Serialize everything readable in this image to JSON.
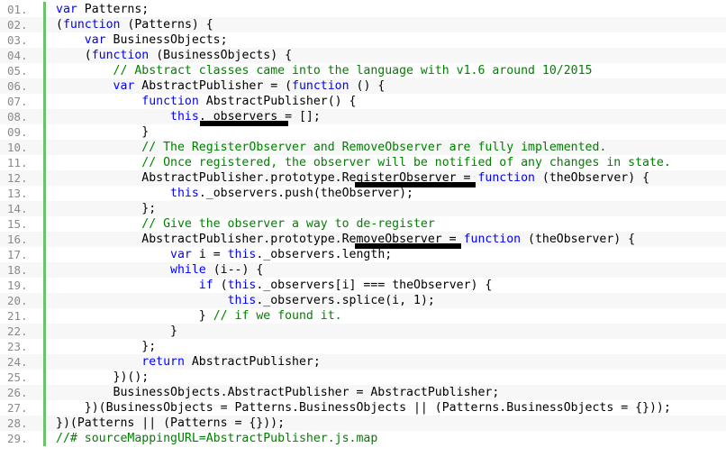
{
  "colors": {
    "keyword": "#0000ff",
    "comment": "#008000",
    "text": "#000000",
    "line_number": "#8a8a8a",
    "gutter_bar": "#6ac36a",
    "redaction": "#000000"
  },
  "lines": [
    {
      "num": "01.",
      "indent": 0,
      "tokens": [
        {
          "t": "kw",
          "v": "var"
        },
        {
          "t": "p",
          "v": " Patterns;"
        }
      ]
    },
    {
      "num": "02.",
      "indent": 0,
      "tokens": [
        {
          "t": "p",
          "v": "("
        },
        {
          "t": "kw",
          "v": "function"
        },
        {
          "t": "p",
          "v": " (Patterns) {"
        }
      ]
    },
    {
      "num": "03.",
      "indent": 4,
      "tokens": [
        {
          "t": "kw",
          "v": "var"
        },
        {
          "t": "p",
          "v": " BusinessObjects;"
        }
      ]
    },
    {
      "num": "04.",
      "indent": 4,
      "tokens": [
        {
          "t": "p",
          "v": "("
        },
        {
          "t": "kw",
          "v": "function"
        },
        {
          "t": "p",
          "v": " (BusinessObjects) {"
        }
      ]
    },
    {
      "num": "05.",
      "indent": 8,
      "tokens": [
        {
          "t": "cm",
          "v": "// Abstract classes came into the language with v1.6 around 10/2015"
        }
      ]
    },
    {
      "num": "06.",
      "indent": 8,
      "tokens": [
        {
          "t": "kw",
          "v": "var"
        },
        {
          "t": "p",
          "v": " AbstractPublisher = ("
        },
        {
          "t": "kw",
          "v": "function"
        },
        {
          "t": "p",
          "v": " () {"
        }
      ]
    },
    {
      "num": "07.",
      "indent": 12,
      "tokens": [
        {
          "t": "kw",
          "v": "function"
        },
        {
          "t": "p",
          "v": " AbstractPublisher() {"
        }
      ]
    },
    {
      "num": "08.",
      "indent": 16,
      "tokens": [
        {
          "t": "kw",
          "v": "this"
        },
        {
          "t": "p",
          "v": "._observers = [];"
        }
      ]
    },
    {
      "num": "09.",
      "indent": 12,
      "tokens": [
        {
          "t": "p",
          "v": "}"
        }
      ]
    },
    {
      "num": "10.",
      "indent": 12,
      "tokens": [
        {
          "t": "cm",
          "v": "// The RegisterObserver and RemoveObserver are fully implemented."
        }
      ]
    },
    {
      "num": "11.",
      "indent": 12,
      "tokens": [
        {
          "t": "cm",
          "v": "// Once registered, the observer will be notified of any changes in state."
        }
      ]
    },
    {
      "num": "12.",
      "indent": 12,
      "tokens": [
        {
          "t": "p",
          "v": "AbstractPublisher.prototype.RegisterObserver = "
        },
        {
          "t": "kw",
          "v": "function"
        },
        {
          "t": "p",
          "v": " (theObserver) {"
        }
      ]
    },
    {
      "num": "13.",
      "indent": 16,
      "tokens": [
        {
          "t": "kw",
          "v": "this"
        },
        {
          "t": "p",
          "v": "._observers.push(theObserver);"
        }
      ]
    },
    {
      "num": "14.",
      "indent": 12,
      "tokens": [
        {
          "t": "p",
          "v": "};"
        }
      ]
    },
    {
      "num": "15.",
      "indent": 12,
      "tokens": [
        {
          "t": "cm",
          "v": "// Give the observer a way to de-register"
        }
      ]
    },
    {
      "num": "16.",
      "indent": 12,
      "tokens": [
        {
          "t": "p",
          "v": "AbstractPublisher.prototype.RemoveObserver = "
        },
        {
          "t": "kw",
          "v": "function"
        },
        {
          "t": "p",
          "v": " (theObserver) {"
        }
      ]
    },
    {
      "num": "17.",
      "indent": 16,
      "tokens": [
        {
          "t": "kw",
          "v": "var"
        },
        {
          "t": "p",
          "v": " i = "
        },
        {
          "t": "kw",
          "v": "this"
        },
        {
          "t": "p",
          "v": "._observers.length;"
        }
      ]
    },
    {
      "num": "18.",
      "indent": 16,
      "tokens": [
        {
          "t": "kw",
          "v": "while"
        },
        {
          "t": "p",
          "v": " (i--) {"
        }
      ]
    },
    {
      "num": "19.",
      "indent": 20,
      "tokens": [
        {
          "t": "kw",
          "v": "if"
        },
        {
          "t": "p",
          "v": " ("
        },
        {
          "t": "kw",
          "v": "this"
        },
        {
          "t": "p",
          "v": "._observers[i] === theObserver) {"
        }
      ]
    },
    {
      "num": "20.",
      "indent": 24,
      "tokens": [
        {
          "t": "kw",
          "v": "this"
        },
        {
          "t": "p",
          "v": "._observers.splice(i, 1);"
        }
      ]
    },
    {
      "num": "21.",
      "indent": 20,
      "tokens": [
        {
          "t": "p",
          "v": "} "
        },
        {
          "t": "cm",
          "v": "// if we found it."
        }
      ]
    },
    {
      "num": "22.",
      "indent": 16,
      "tokens": [
        {
          "t": "p",
          "v": "}"
        }
      ]
    },
    {
      "num": "23.",
      "indent": 12,
      "tokens": [
        {
          "t": "p",
          "v": "};"
        }
      ]
    },
    {
      "num": "24.",
      "indent": 12,
      "tokens": [
        {
          "t": "kw",
          "v": "return"
        },
        {
          "t": "p",
          "v": " AbstractPublisher;"
        }
      ]
    },
    {
      "num": "25.",
      "indent": 8,
      "tokens": [
        {
          "t": "p",
          "v": "})();"
        }
      ]
    },
    {
      "num": "26.",
      "indent": 8,
      "tokens": [
        {
          "t": "p",
          "v": "BusinessObjects.AbstractPublisher = AbstractPublisher;"
        }
      ]
    },
    {
      "num": "27.",
      "indent": 4,
      "tokens": [
        {
          "t": "p",
          "v": "})(BusinessObjects = Patterns.BusinessObjects || (Patterns.BusinessObjects = {}));"
        }
      ]
    },
    {
      "num": "28.",
      "indent": 0,
      "tokens": [
        {
          "t": "p",
          "v": "})(Patterns || (Patterns = {}));"
        }
      ]
    },
    {
      "num": "29.",
      "indent": 0,
      "tokens": [
        {
          "t": "cm",
          "v": "//# sourceMappingURL=AbstractPublisher.js.map"
        }
      ]
    }
  ]
}
